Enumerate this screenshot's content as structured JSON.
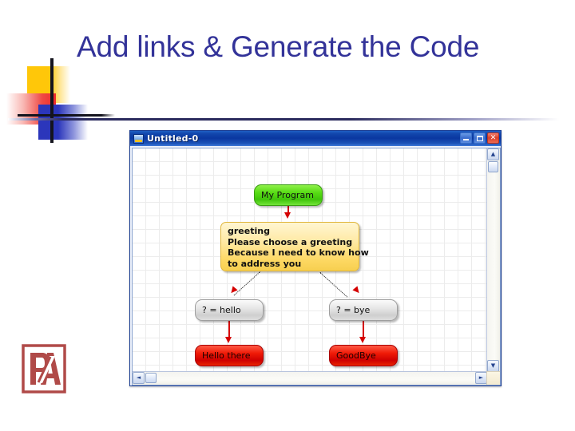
{
  "slide": {
    "title": "Add links & Generate the Code",
    "logo_text": "PA",
    "colors": {
      "title_color": "#333399",
      "deco_yellow": "#ffc709",
      "deco_red": "#ef2a2a",
      "deco_blue": "#2b36bb",
      "logo_color": "#b04a48"
    }
  },
  "app": {
    "window_title": "Untitled-0",
    "buttons": {
      "minimize": "_",
      "maximize": "□",
      "close": "✕"
    },
    "scrollbars": {
      "v_up": "▲",
      "v_down": "▼",
      "h_left": "◄",
      "h_right": "►"
    },
    "canvas": {
      "nodes": [
        {
          "id": "program",
          "label": "My Program",
          "type": "start",
          "color": "#3fc40b"
        },
        {
          "id": "greeting",
          "label": "greeting\nPlease choose a greeting\nBecause I need to know how\nto address you",
          "type": "question",
          "color": "#fdd863"
        },
        {
          "id": "hello",
          "label": "? = hello",
          "type": "branch",
          "color": "#cfcfcf"
        },
        {
          "id": "bye",
          "label": "? = bye",
          "type": "branch",
          "color": "#cfcfcf"
        },
        {
          "id": "hellothere",
          "label": "Hello there",
          "type": "output",
          "color": "#cf0000"
        },
        {
          "id": "goodbye",
          "label": "GoodBye",
          "type": "output",
          "color": "#cf0000"
        }
      ],
      "connectors": [
        {
          "from": "program",
          "to": "greeting",
          "style": "solid-arrow",
          "color": "#d50000"
        },
        {
          "from": "greeting",
          "to": "hello",
          "style": "dotted-arrow",
          "color": "#d50000"
        },
        {
          "from": "greeting",
          "to": "bye",
          "style": "dotted-arrow",
          "color": "#d50000"
        },
        {
          "from": "hello",
          "to": "hellothere",
          "style": "solid-arrow",
          "color": "#d50000"
        },
        {
          "from": "bye",
          "to": "goodbye",
          "style": "solid-arrow",
          "color": "#d50000"
        }
      ]
    }
  }
}
